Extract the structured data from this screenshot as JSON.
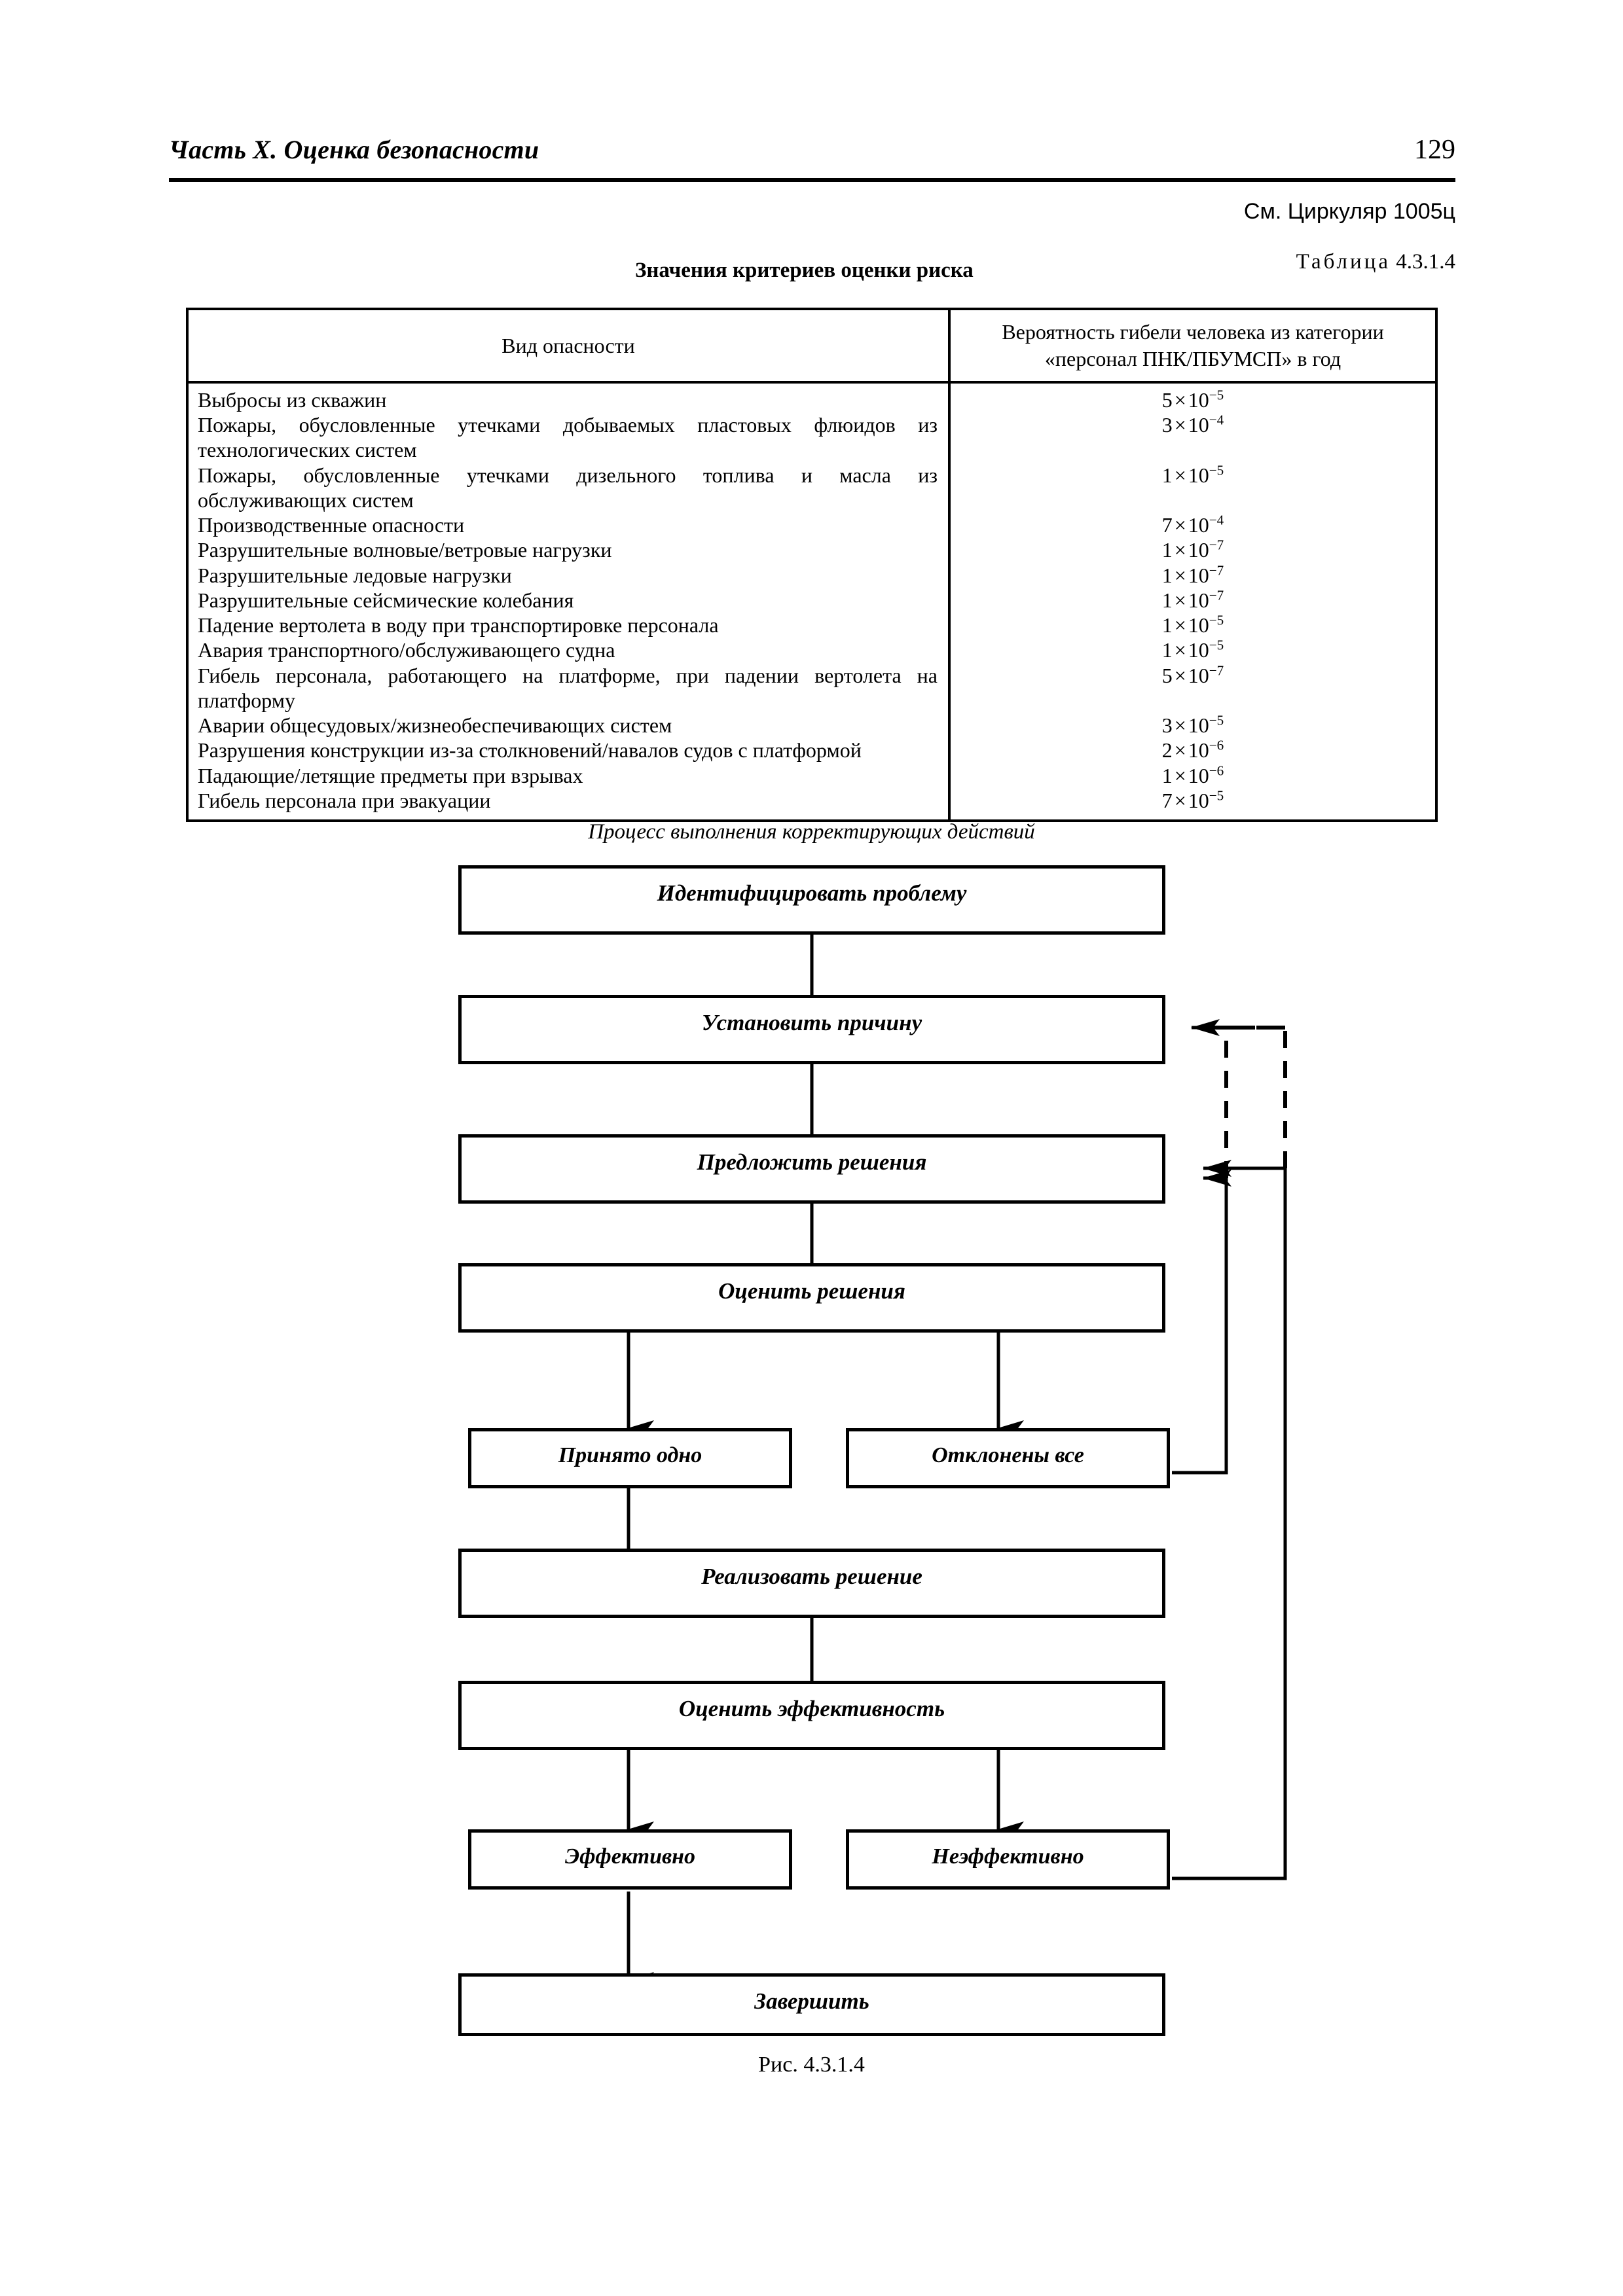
{
  "page": {
    "running_head": "Часть X. Оценка безопасности",
    "page_number": "129",
    "circular_note": "См. Циркуляр 1005ц",
    "table_number_prefix": "Таблица",
    "table_number": "4.3.1.4",
    "table_caption": "Значения критериев оценки риска",
    "figure_caption": "Процесс выполнения корректирующих действий",
    "figure_number": "Рис. 4.3.1.4"
  },
  "risk_table": {
    "columns": [
      "Вид опасности",
      "Вероятность гибели человека из категории «персонал ПНК/ПБУМСП» в год"
    ],
    "column_header_line1": "Вероятность гибели человека из категории",
    "column_header_line2": "«персонал ПНК/ПБУМСП» в год",
    "rows": [
      {
        "hazard": "Выбросы из скважин",
        "mantissa": "5",
        "exponent": "−5",
        "lines": 1
      },
      {
        "hazard": "Пожары, обусловленные утечками добываемых пластовых флюидов из технологических систем",
        "mantissa": "3",
        "exponent": "−4",
        "lines": 2
      },
      {
        "hazard": "Пожары, обусловленные утечками дизельного топлива и масла из обслуживающих систем",
        "mantissa": "1",
        "exponent": "−5",
        "lines": 2
      },
      {
        "hazard": "Производственные опасности",
        "mantissa": "7",
        "exponent": "−4",
        "lines": 1
      },
      {
        "hazard": "Разрушительные волновые/ветровые нагрузки",
        "mantissa": "1",
        "exponent": "−7",
        "lines": 1
      },
      {
        "hazard": "Разрушительные ледовые нагрузки",
        "mantissa": "1",
        "exponent": "−7",
        "lines": 1
      },
      {
        "hazard": "Разрушительные сейсмические колебания",
        "mantissa": "1",
        "exponent": "−7",
        "lines": 1
      },
      {
        "hazard": "Падение вертолета в воду при транспортировке персонала",
        "mantissa": "1",
        "exponent": "−5",
        "lines": 1
      },
      {
        "hazard": "Авария транспортного/обслуживающего судна",
        "mantissa": "1",
        "exponent": "−5",
        "lines": 1
      },
      {
        "hazard": "Гибель персонала, работающего на платформе, при падении вертолета на платформу",
        "mantissa": "5",
        "exponent": "−7",
        "lines": 2
      },
      {
        "hazard": "Аварии общесудовых/жизнеобеспечивающих систем",
        "mantissa": "3",
        "exponent": "−5",
        "lines": 1
      },
      {
        "hazard": "Разрушения конструкции из-за столкновений/навалов судов с платформой",
        "mantissa": "2",
        "exponent": "−6",
        "lines": 1
      },
      {
        "hazard": "Падающие/летящие предметы при взрывах",
        "mantissa": "1",
        "exponent": "−6",
        "lines": 1
      },
      {
        "hazard": "Гибель персонала при эвакуации",
        "mantissa": "7",
        "exponent": "−5",
        "lines": 1
      }
    ],
    "multiply_symbol": "×",
    "base": "10"
  },
  "flowchart": {
    "type": "process-flow",
    "nodes": [
      {
        "id": "identify",
        "label": "Идентифицировать проблему"
      },
      {
        "id": "cause",
        "label": "Установить причину"
      },
      {
        "id": "propose",
        "label": "Предложить решения"
      },
      {
        "id": "evaluate",
        "label": "Оценить решения"
      },
      {
        "id": "accepted",
        "label": "Принято одно"
      },
      {
        "id": "rejected",
        "label": "Отклонены все"
      },
      {
        "id": "implement",
        "label": "Реализовать решение"
      },
      {
        "id": "effectiveness",
        "label": "Оценить эффективность"
      },
      {
        "id": "effective",
        "label": "Эффективно"
      },
      {
        "id": "ineffective",
        "label": "Неэффективно"
      },
      {
        "id": "finish",
        "label": "Завершить"
      }
    ],
    "edges": [
      {
        "from": "identify",
        "to": "cause",
        "style": "solid"
      },
      {
        "from": "cause",
        "to": "propose",
        "style": "solid"
      },
      {
        "from": "propose",
        "to": "evaluate",
        "style": "solid"
      },
      {
        "from": "evaluate",
        "to": "accepted",
        "style": "solid"
      },
      {
        "from": "evaluate",
        "to": "rejected",
        "style": "solid"
      },
      {
        "from": "accepted",
        "to": "implement",
        "style": "solid"
      },
      {
        "from": "implement",
        "to": "effectiveness",
        "style": "solid"
      },
      {
        "from": "effectiveness",
        "to": "effective",
        "style": "solid"
      },
      {
        "from": "effectiveness",
        "to": "ineffective",
        "style": "solid"
      },
      {
        "from": "effective",
        "to": "finish",
        "style": "solid"
      },
      {
        "from": "rejected",
        "to": "propose",
        "style": "solid"
      },
      {
        "from": "ineffective",
        "to": "propose",
        "style": "solid"
      },
      {
        "from": "ineffective",
        "to": "cause",
        "style": "dashed"
      }
    ]
  },
  "colors": {
    "ink": "#000000",
    "paper": "#ffffff"
  }
}
